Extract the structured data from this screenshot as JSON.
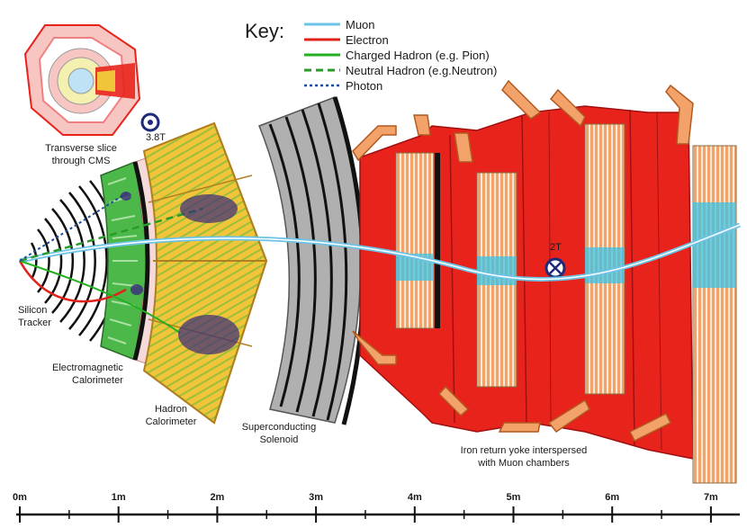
{
  "key": {
    "title": "Key:",
    "items": [
      {
        "label": "Muon",
        "color": "#6cc3e6",
        "style": "solid"
      },
      {
        "label": "Electron",
        "color": "#e0221a",
        "style": "solid"
      },
      {
        "label": "Charged Hadron (e.g. Pion)",
        "color": "#22b020",
        "style": "solid"
      },
      {
        "label": "Neutral Hadron (e.g.Neutron)",
        "color": "#2a9a2a",
        "style": "dashed"
      },
      {
        "label": "Photon",
        "color": "#1f4a9a",
        "style": "dotted"
      }
    ]
  },
  "labels": {
    "slice_line1": "Transverse slice",
    "slice_line2": "through CMS",
    "field_inner": "3.8T",
    "field_outer": "2T",
    "tracker_line1": "Silicon",
    "tracker_line2": "Tracker",
    "ecal_line1": "Electromagnetic",
    "ecal_line2": "Calorimeter",
    "hcal_line1": "Hadron",
    "hcal_line2": "Calorimeter",
    "solenoid_line1": "Superconducting",
    "solenoid_line2": "Solenoid",
    "yoke_line1": "Iron return yoke interspersed",
    "yoke_line2": "with Muon chambers"
  },
  "scale": {
    "ticks": [
      "0m",
      "1m",
      "2m",
      "3m",
      "4m",
      "5m",
      "6m",
      "7m"
    ]
  },
  "colors": {
    "iron": "#e8231c",
    "hcal": "#f0c53a",
    "ecal": "#4db84a",
    "solenoid": "#b0b0b0",
    "chamber": "#f3a26a"
  }
}
